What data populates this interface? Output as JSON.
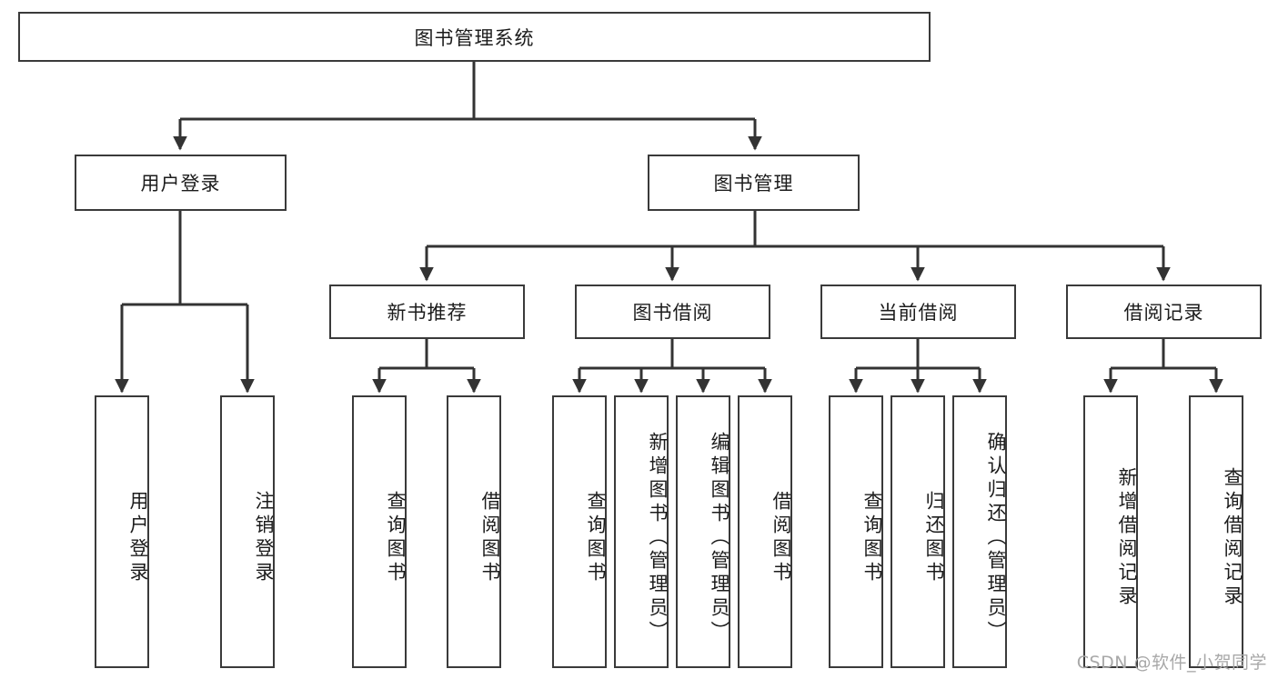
{
  "diagram": {
    "title": "图书管理系统",
    "type": "hierarchy-tree",
    "watermark": "CSDN @软件_小贺同学",
    "colors": {
      "box_border": "#3a3a3a",
      "box_fill": "#ffffff",
      "connector": "#333333",
      "text": "#1c1c1c",
      "watermark": "#a8a8a8"
    },
    "root": {
      "label": "图书管理系统"
    },
    "level2": [
      {
        "id": "user-login",
        "label": "用户登录"
      },
      {
        "id": "book-manage",
        "label": "图书管理"
      }
    ],
    "level3": [
      {
        "id": "new-book-rec",
        "label": "新书推荐"
      },
      {
        "id": "book-borrow",
        "label": "图书借阅"
      },
      {
        "id": "current-borrow",
        "label": "当前借阅"
      },
      {
        "id": "borrow-record",
        "label": "借阅记录"
      }
    ],
    "leaves": {
      "user_login": [
        {
          "id": "leaf-user-login",
          "label": "用户登录"
        },
        {
          "id": "leaf-logout-login",
          "label": "注销登录"
        }
      ],
      "new_book_rec": [
        {
          "id": "leaf-query-book-1",
          "label": "查询图书"
        },
        {
          "id": "leaf-borrow-book-1",
          "label": "借阅图书"
        }
      ],
      "book_borrow": [
        {
          "id": "leaf-query-book-2",
          "label": "查询图书"
        },
        {
          "id": "leaf-add-book",
          "label": "新增图书（管理员）"
        },
        {
          "id": "leaf-edit-book",
          "label": "编辑图书（管理员）"
        },
        {
          "id": "leaf-borrow-book-2",
          "label": "借阅图书"
        }
      ],
      "current_borrow": [
        {
          "id": "leaf-query-book-3",
          "label": "查询图书"
        },
        {
          "id": "leaf-return-book",
          "label": "归还图书"
        },
        {
          "id": "leaf-confirm-return",
          "label": "确认归还（管理员）"
        }
      ],
      "borrow_record": [
        {
          "id": "leaf-add-record",
          "label": "新增借阅记录"
        },
        {
          "id": "leaf-query-record",
          "label": "查询借阅记录"
        }
      ]
    }
  }
}
